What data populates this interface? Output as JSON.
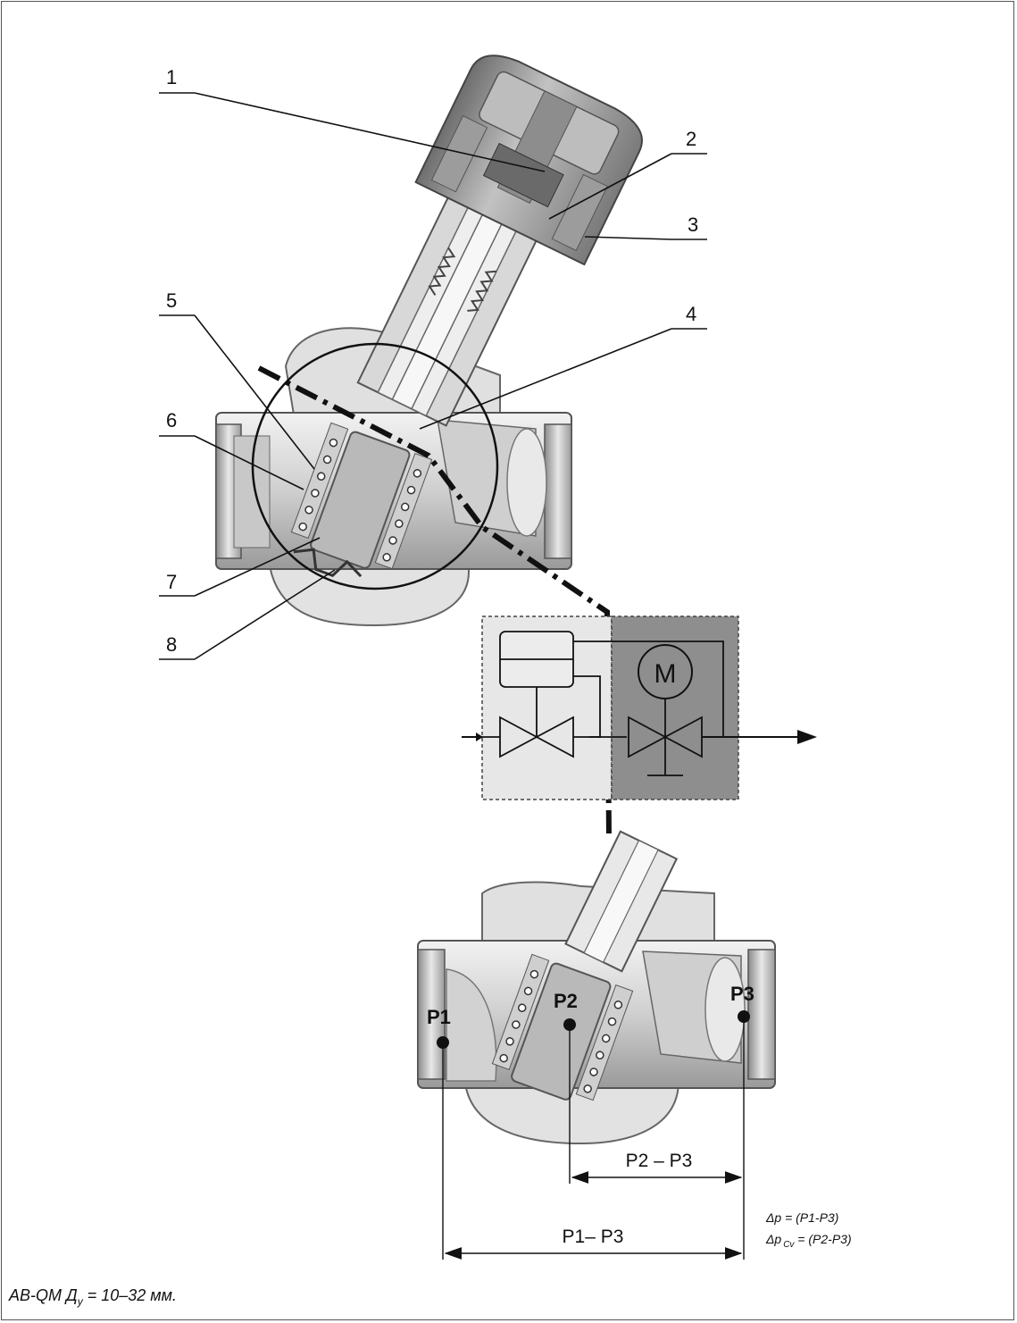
{
  "callouts": [
    "1",
    "2",
    "3",
    "4",
    "5",
    "6",
    "7",
    "8"
  ],
  "pressure_points": [
    "P1",
    "P2",
    "P3"
  ],
  "dimensions": {
    "p2_p3": "P2 – P3",
    "p1_p3": "P1– P3"
  },
  "formulas": {
    "line1": "Δp = (P1-P3)",
    "line2_prefix": "Δp",
    "line2_sub": "Cv",
    "line2_suffix": " = (P2-P3)"
  },
  "caption": {
    "prefix": "AB-QM Д",
    "sub": "у",
    "suffix": " = 10–32 мм."
  },
  "symbols": {
    "motor": "M"
  },
  "colors": {
    "metal_light": "#e6e6e6",
    "metal_mid": "#bdbdbd",
    "metal_dark": "#7c7c7c",
    "box_light": "#e7e7e7",
    "box_dark": "#8e8e8e"
  }
}
